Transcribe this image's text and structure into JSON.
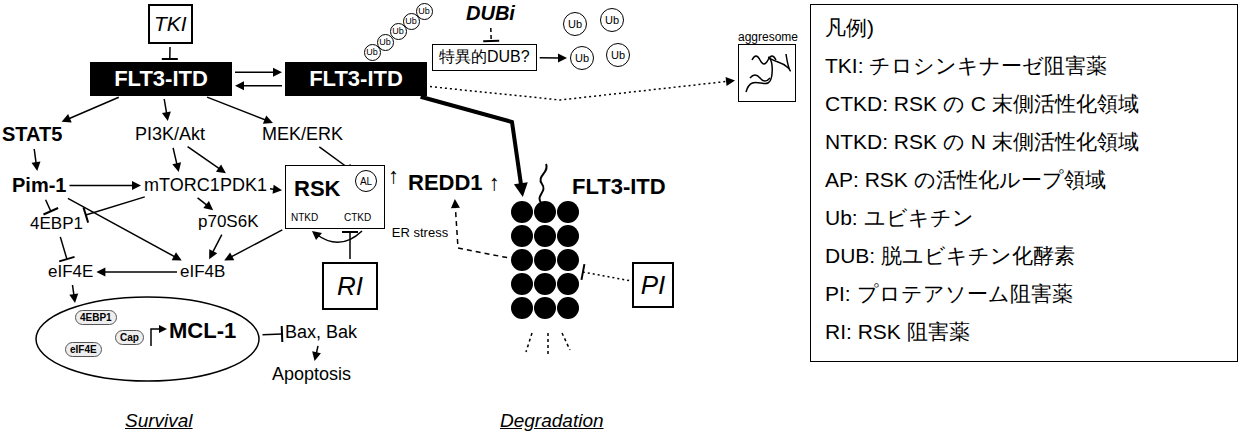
{
  "diagram": {
    "nodes": [
      {
        "text": [
          "TKI"
        ]
      },
      {
        "text": [
          "FLT3-ITD"
        ]
      },
      {
        "text": [
          "FLT3-ITD"
        ]
      },
      {
        "text": [
          "Ub"
        ]
      },
      {
        "text": [
          "Ub"
        ]
      },
      {
        "text": [
          "Ub"
        ]
      },
      {
        "text": [
          "Ub"
        ]
      },
      {
        "text": [
          "Ub"
        ]
      },
      {
        "text": [
          "DUBi"
        ]
      },
      {
        "text": [
          "特異的DUB?"
        ]
      },
      {
        "text": [
          "Ub"
        ]
      },
      {
        "text": [
          "Ub"
        ]
      },
      {
        "text": [
          "Ub"
        ]
      },
      {
        "text": [
          "Ub"
        ]
      },
      {
        "text": [
          "aggresome"
        ]
      },
      {
        "text": [
          "STAT5"
        ]
      },
      {
        "text": [
          "PI3K/Akt"
        ]
      },
      {
        "text": [
          "MEK/ERK"
        ]
      },
      {
        "text": [
          "Pim-1"
        ]
      },
      {
        "text": [
          "mTORC1"
        ]
      },
      {
        "text": [
          "PDK1"
        ]
      },
      {
        "text": [
          "RSK",
          "NTKD",
          "CTKD"
        ]
      },
      {
        "text": [
          "AL"
        ],
        "in": 21
      },
      {
        "text": [
          "REDD1 ↑"
        ]
      },
      {
        "text": [
          "FLT3-ITD"
        ]
      },
      {
        "text": [
          "4EBP1"
        ]
      },
      {
        "text": [
          "p70S6K"
        ]
      },
      {
        "text": [
          "RI"
        ]
      },
      {
        "text": [
          "eIF4E"
        ]
      },
      {
        "text": [
          "eIF4B"
        ]
      },
      {
        "text": [
          "PI"
        ]
      },
      {
        "text": [
          "MCL-1"
        ]
      },
      {
        "text": [
          "4EBP1"
        ],
        "in": 31
      },
      {
        "text": [
          "eIF4E"
        ],
        "in": 31
      },
      {
        "text": [
          "Cap"
        ],
        "in": 31
      },
      {
        "text": [
          "Bax, Bak"
        ]
      },
      {
        "text": [
          "Apoptosis"
        ]
      },
      {
        "text": [
          "凡例)",
          "TKI: チロシンキナーゼ阻害薬",
          "CTKD: RSK の C 末側活性化領域",
          "NTKD: RSK の N 末側活性化領域",
          "AP: RSK の活性化ループ領域",
          "Ub: ユビキチン",
          "DUB: 脱ユビキチン化酵素",
          "PI: プロテアソーム阻害薬",
          "RI: RSK 阻害薬"
        ]
      }
    ],
    "edges": [
      {
        "from": 0,
        "to": 1,
        "arrow": "to"
      },
      {
        "from": 1,
        "to": 2,
        "arrow": "to"
      },
      {
        "from": 2,
        "to": 1,
        "arrow": "to"
      },
      {
        "from": 8,
        "to": 9,
        "arrow": "to"
      },
      {
        "from": 9,
        "to": 12,
        "arrow": "to"
      },
      {
        "from": 2,
        "to": 24,
        "arrow": "to"
      },
      {
        "from": 2,
        "to": 14,
        "arrow": "to"
      },
      {
        "from": 1,
        "to": 15,
        "arrow": "to"
      },
      {
        "from": 1,
        "to": 16,
        "arrow": "to"
      },
      {
        "from": 1,
        "to": 17,
        "arrow": "to"
      },
      {
        "from": 15,
        "to": 18,
        "arrow": "to"
      },
      {
        "from": 16,
        "to": 19,
        "arrow": "to"
      },
      {
        "from": 16,
        "to": 20,
        "arrow": "to"
      },
      {
        "from": 17,
        "to": 22,
        "arrow": "to"
      },
      {
        "from": 20,
        "to": 21,
        "arrow": "to"
      },
      {
        "from": 18,
        "to": 19,
        "arrow": "to"
      },
      {
        "from": 19,
        "to": 25,
        "arrow": "to"
      },
      {
        "from": 19,
        "to": 26,
        "arrow": "to"
      },
      {
        "from": 18,
        "to": 25,
        "arrow": "to"
      },
      {
        "from": 18,
        "to": 29,
        "arrow": "to"
      },
      {
        "from": 25,
        "to": 28,
        "arrow": "to"
      },
      {
        "from": 26,
        "to": 29,
        "arrow": "to"
      },
      {
        "from": 21,
        "to": 29,
        "arrow": "to"
      },
      {
        "from": 29,
        "to": 28,
        "arrow": "to"
      },
      {
        "from": 28,
        "to": 31,
        "arrow": "to"
      },
      {
        "from": 27,
        "to": 21,
        "arrow": "to"
      },
      {
        "from": 31,
        "to": 35,
        "arrow": "to"
      },
      {
        "from": 35,
        "to": 36,
        "arrow": "to"
      },
      {
        "from": 24,
        "to": 23,
        "label": "ER stress",
        "arrow": "to"
      },
      {
        "from": 30,
        "to": 24,
        "arrow": "to"
      }
    ],
    "labels": [
      "↑",
      "Survival",
      "Degradation"
    ]
  }
}
